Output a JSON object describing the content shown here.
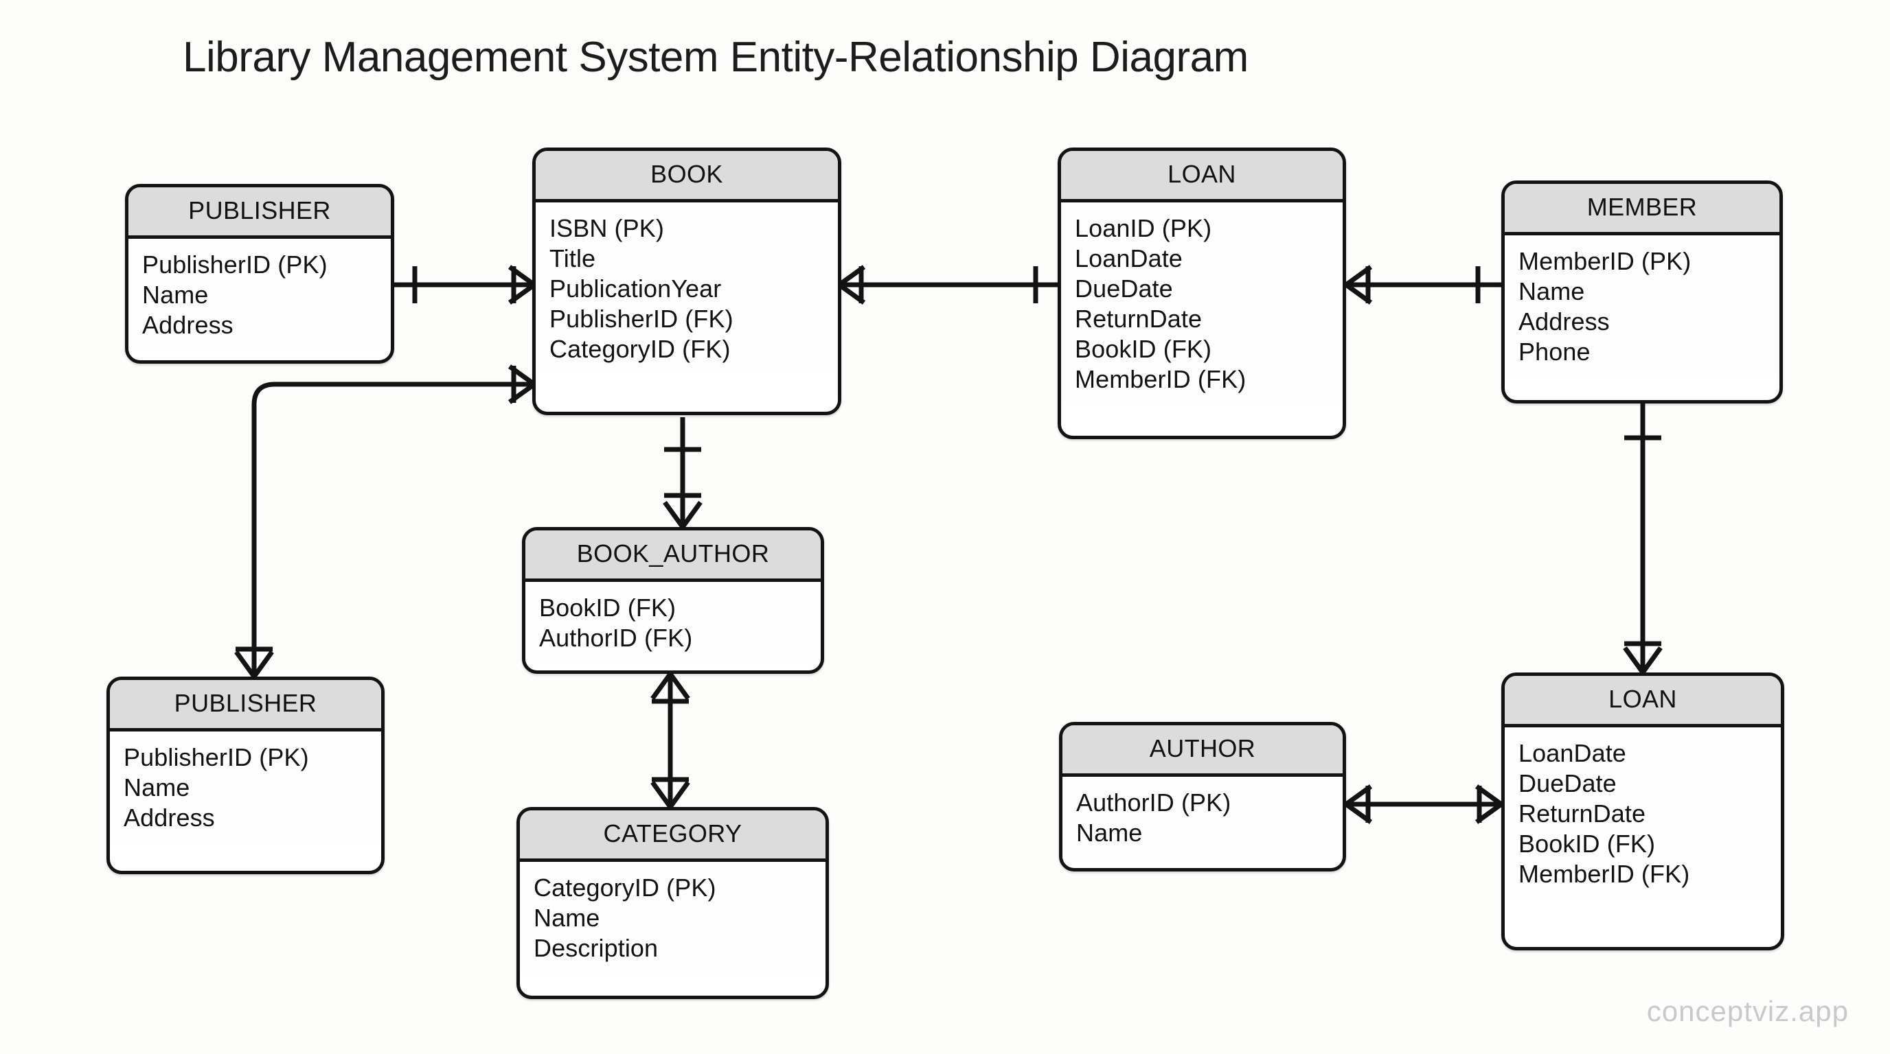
{
  "title": "Library Management System Entity-Relationship Diagram",
  "watermark": "conceptviz.app",
  "theme": {
    "background": "#fdfdfb",
    "header_fill": "#dcdcdc",
    "body_fill": "#ffffff",
    "stroke": "#131313",
    "text": "#121212",
    "watermark_color": "#c9c9cc"
  },
  "entities": [
    {
      "id": "publisher-top",
      "name": "PUBLISHER",
      "attributes": [
        "PublisherID (PK)",
        "Name",
        "Address"
      ]
    },
    {
      "id": "book",
      "name": "BOOK",
      "attributes": [
        "ISBN (PK)",
        "Title",
        "PublicationYear",
        "PublisherID (FK)",
        "CategoryID (FK)"
      ]
    },
    {
      "id": "loan-top",
      "name": "LOAN",
      "attributes": [
        "LoanID (PK)",
        "LoanDate",
        "DueDate",
        "ReturnDate",
        "BookID (FK)",
        "MemberID (FK)"
      ]
    },
    {
      "id": "member",
      "name": "MEMBER",
      "attributes": [
        "MemberID (PK)",
        "Name",
        "Address",
        "Phone"
      ]
    },
    {
      "id": "book-author",
      "name": "BOOK_AUTHOR",
      "attributes": [
        "BookID (FK)",
        "AuthorID (FK)"
      ]
    },
    {
      "id": "publisher-bottom",
      "name": "PUBLISHER",
      "attributes": [
        "PublisherID (PK)",
        "Name",
        "Address"
      ]
    },
    {
      "id": "category",
      "name": "CATEGORY",
      "attributes": [
        "CategoryID (PK)",
        "Name",
        "Description"
      ]
    },
    {
      "id": "author",
      "name": "AUTHOR",
      "attributes": [
        "AuthorID (PK)",
        "Name"
      ]
    },
    {
      "id": "loan-bottom",
      "name": "LOAN",
      "attributes": [
        "LoanDate",
        "DueDate",
        "ReturnDate",
        "BookID (FK)",
        "MemberID (FK)"
      ]
    }
  ],
  "relationships": [
    {
      "id": "rel-publisher-book",
      "from": "publisher-top",
      "to": "book",
      "from_cardinality": "one",
      "to_cardinality": "many"
    },
    {
      "id": "rel-book-loan",
      "from": "book",
      "to": "loan-top",
      "from_cardinality": "many",
      "to_cardinality": "one"
    },
    {
      "id": "rel-loan-member",
      "from": "loan-top",
      "to": "member",
      "from_cardinality": "many",
      "to_cardinality": "one"
    },
    {
      "id": "rel-book-bookauthor",
      "from": "book",
      "to": "book-author",
      "from_cardinality": "one",
      "to_cardinality": "many"
    },
    {
      "id": "rel-bookauthor-category",
      "from": "book-author",
      "to": "category",
      "from_cardinality": "many",
      "to_cardinality": "many"
    },
    {
      "id": "rel-book-publisher-bottom",
      "from": "book",
      "to": "publisher-bottom",
      "from_cardinality": "many",
      "to_cardinality": "many"
    },
    {
      "id": "rel-member-loan-bottom",
      "from": "member",
      "to": "loan-bottom",
      "from_cardinality": "one",
      "to_cardinality": "many"
    },
    {
      "id": "rel-author-loan-bottom",
      "from": "author",
      "to": "loan-bottom",
      "from_cardinality": "many",
      "to_cardinality": "many"
    }
  ]
}
